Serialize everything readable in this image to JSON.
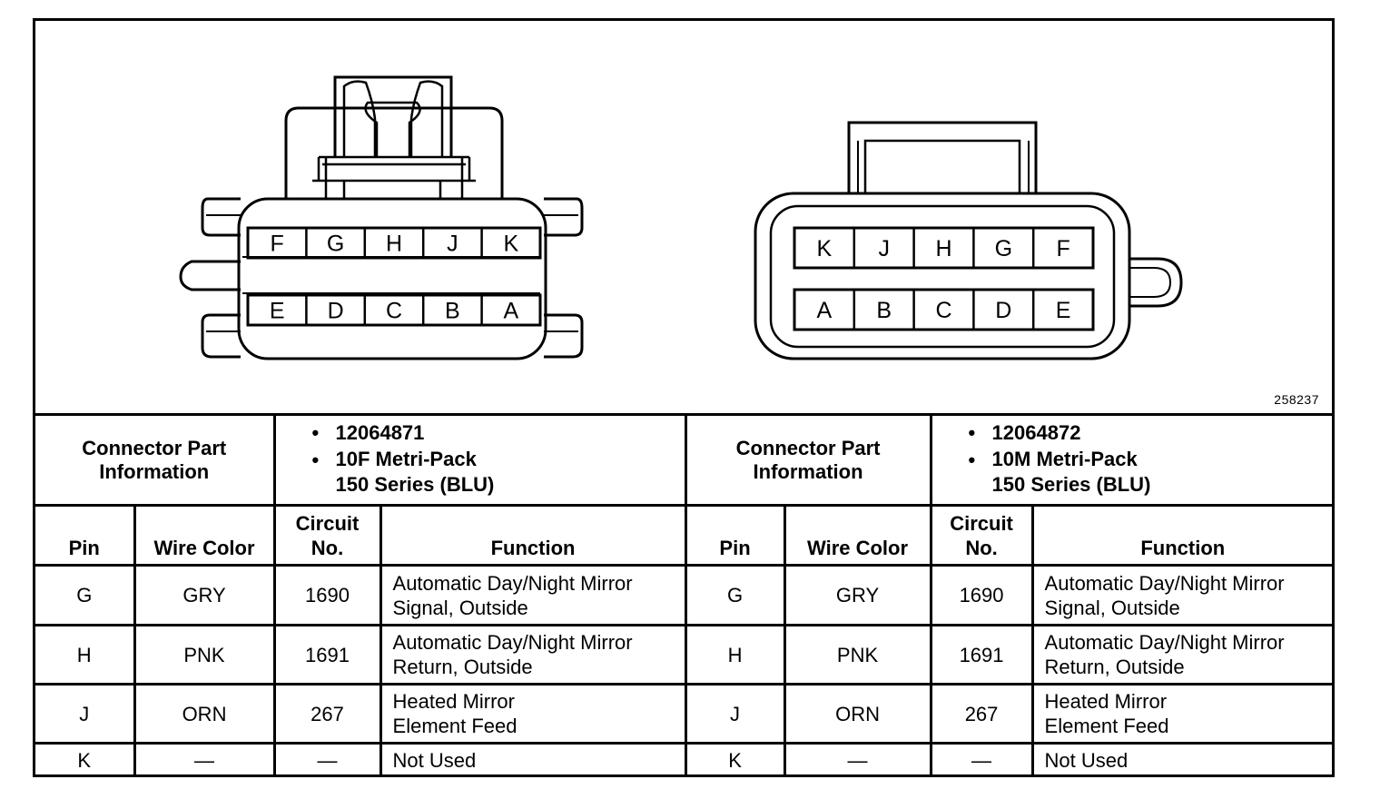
{
  "figure_number": "258237",
  "connectors": [
    {
      "pins_top": [
        "F",
        "G",
        "H",
        "J",
        "K"
      ],
      "pins_bottom": [
        "E",
        "D",
        "C",
        "B",
        "A"
      ],
      "part_info_label": [
        "Connector Part",
        "Information"
      ],
      "part_number": "12064871",
      "part_desc": [
        "10F Metri-Pack",
        "150 Series (BLU)"
      ],
      "headers": {
        "pin": "Pin",
        "wire_color": "Wire Color",
        "circuit": [
          "Circuit",
          "No."
        ],
        "function": "Function"
      },
      "rows": [
        {
          "pin": "G",
          "wire_color": "GRY",
          "circuit": "1690",
          "function": [
            "Automatic Day/Night Mirror",
            "Signal, Outside"
          ]
        },
        {
          "pin": "H",
          "wire_color": "PNK",
          "circuit": "1691",
          "function": [
            "Automatic Day/Night Mirror",
            "Return, Outside"
          ]
        },
        {
          "pin": "J",
          "wire_color": "ORN",
          "circuit": "267",
          "function": [
            "Heated Mirror",
            "Element Feed"
          ]
        },
        {
          "pin": "K",
          "wire_color": "—",
          "circuit": "—",
          "function": [
            "Not Used"
          ]
        }
      ]
    },
    {
      "pins_top": [
        "K",
        "J",
        "H",
        "G",
        "F"
      ],
      "pins_bottom": [
        "A",
        "B",
        "C",
        "D",
        "E"
      ],
      "part_info_label": [
        "Connector Part",
        "Information"
      ],
      "part_number": "12064872",
      "part_desc": [
        "10M Metri-Pack",
        "150 Series (BLU)"
      ],
      "headers": {
        "pin": "Pin",
        "wire_color": "Wire Color",
        "circuit": [
          "Circuit",
          "No."
        ],
        "function": "Function"
      },
      "rows": [
        {
          "pin": "G",
          "wire_color": "GRY",
          "circuit": "1690",
          "function": [
            "Automatic Day/Night Mirror",
            "Signal, Outside"
          ]
        },
        {
          "pin": "H",
          "wire_color": "PNK",
          "circuit": "1691",
          "function": [
            "Automatic Day/Night Mirror",
            "Return, Outside"
          ]
        },
        {
          "pin": "J",
          "wire_color": "ORN",
          "circuit": "267",
          "function": [
            "Heated Mirror",
            "Element Feed"
          ]
        },
        {
          "pin": "K",
          "wire_color": "—",
          "circuit": "—",
          "function": [
            "Not Used"
          ]
        }
      ]
    }
  ]
}
